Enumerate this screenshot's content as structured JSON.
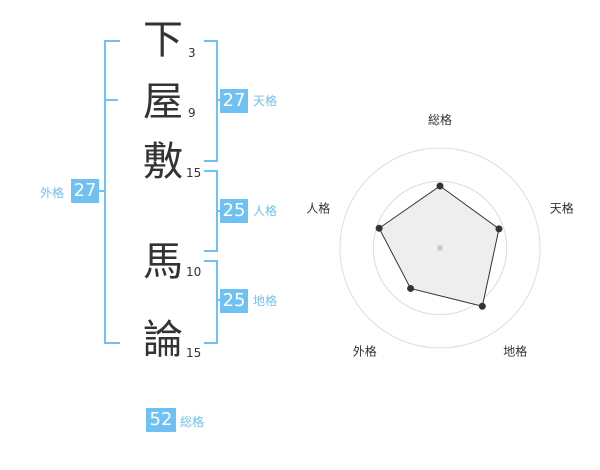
{
  "name": {
    "characters": [
      {
        "char": "下",
        "strokes": "3"
      },
      {
        "char": "屋",
        "strokes": "9"
      },
      {
        "char": "敷",
        "strokes": "15"
      },
      {
        "char": "馬",
        "strokes": "10"
      },
      {
        "char": "論",
        "strokes": "15"
      }
    ]
  },
  "fortunes": {
    "tenkaku": {
      "value": "27",
      "label": "天格"
    },
    "jinkaku": {
      "value": "25",
      "label": "人格"
    },
    "chikaku": {
      "value": "25",
      "label": "地格"
    },
    "gaikaku": {
      "value": "27",
      "label": "外格"
    },
    "soukaku": {
      "value": "52",
      "label": "総格"
    }
  },
  "colors": {
    "accent": "#6ec1f2",
    "text": "#333333",
    "radar_fill": "#eeeeee"
  },
  "chart_data": {
    "type": "radar",
    "axes": [
      "総格",
      "天格",
      "地格",
      "外格",
      "人格"
    ],
    "values": [
      0.62,
      0.62,
      0.72,
      0.5,
      0.64
    ],
    "max": 1,
    "rings": 3
  }
}
